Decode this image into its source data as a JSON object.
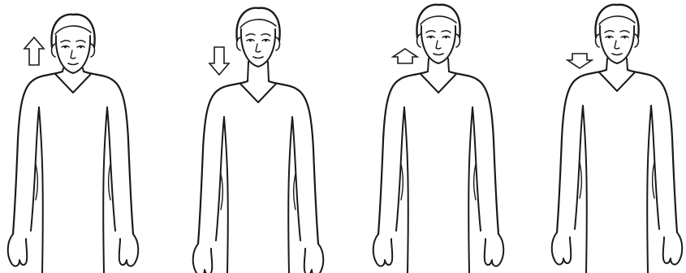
{
  "figures": [
    {
      "id": "figure-1",
      "arrow": {
        "direction": "up",
        "shape": "tall-arrow-icon"
      }
    },
    {
      "id": "figure-2",
      "arrow": {
        "direction": "down",
        "shape": "tall-arrow-icon"
      }
    },
    {
      "id": "figure-3",
      "arrow": {
        "direction": "up",
        "shape": "wide-arrow-icon"
      }
    },
    {
      "id": "figure-4",
      "arrow": {
        "direction": "down",
        "shape": "wide-arrow-icon"
      }
    }
  ],
  "colors": {
    "background": "#ffffff",
    "line": "#1a1a1a",
    "arrow_fill": "#ffffff"
  }
}
